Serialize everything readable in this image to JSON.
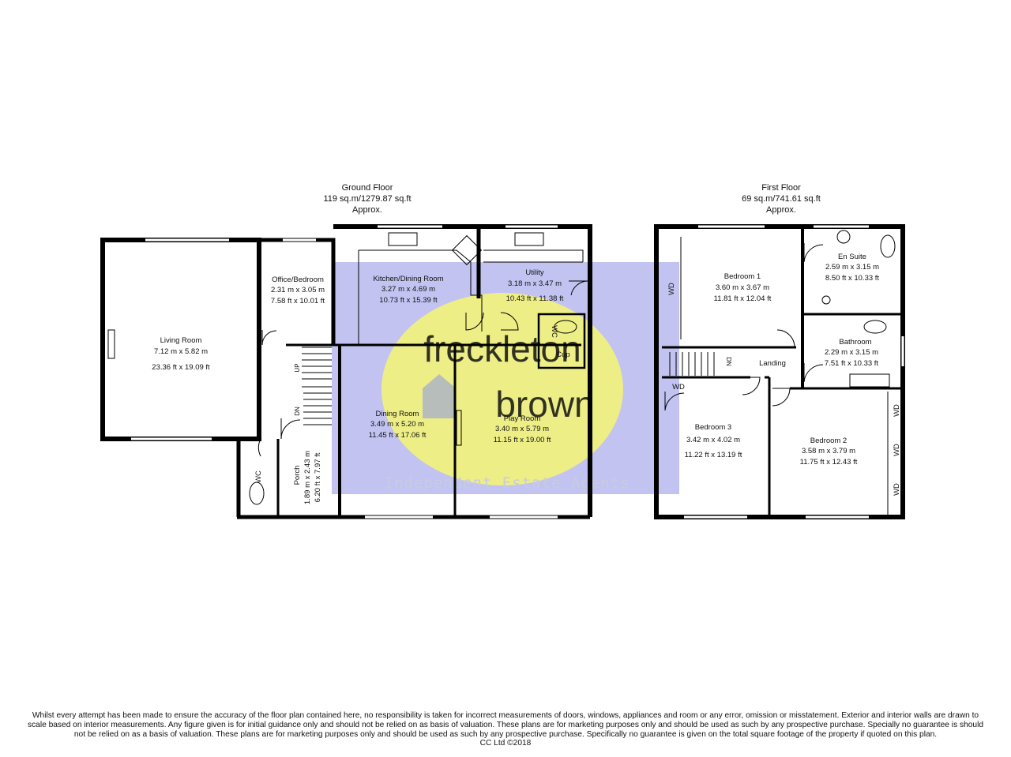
{
  "ground_floor": {
    "title": "Ground Floor",
    "area": "119 sq.m/1279.87 sq.ft",
    "approx": "Approx.",
    "rooms": {
      "living": {
        "name": "Living Room",
        "metric": "7.12 m x 5.82 m",
        "imperial": "23.36 ft x 19.09 ft"
      },
      "office": {
        "name": "Office/Bedroom",
        "metric": "2.31 m  x 3.05 m",
        "imperial": "7.58 ft  x 10.01 ft"
      },
      "kitchen": {
        "name": "Kitchen/Dining Room",
        "metric": "3.27 m  x 4.69 m",
        "imperial": "10.73 ft  x 15.39 ft"
      },
      "utility": {
        "name": "Utility",
        "metric": "3.18 m x 3.47 m",
        "imperial": "10.43 ft x 11.38 ft"
      },
      "dining": {
        "name": "Dining Room",
        "metric": "3.49 m  x 5.20 m",
        "imperial": "11.45 ft  x 17.06 ft"
      },
      "play": {
        "name": "Play Room",
        "metric": "3.40 m  x 5.79 m",
        "imperial": "11.15 ft  x 19.00 ft"
      },
      "porch": {
        "name": "Porch",
        "metric": "1.89 m  x 2.43 m",
        "imperial": "6.20 ft  x 7.97 ft"
      }
    },
    "labels": {
      "wc": "WC",
      "wc2": "WC",
      "cup": "Cup",
      "up": "UP",
      "dn": "DN"
    }
  },
  "first_floor": {
    "title": "First Floor",
    "area": "69 sq.m/741.61 sq.ft",
    "approx": "Approx.",
    "rooms": {
      "bed1": {
        "name": "Bedroom 1",
        "metric": "3.60 m  x 3.67 m",
        "imperial": "11.81 ft  x 12.04 ft"
      },
      "ensuite": {
        "name": "En Suite",
        "metric": "2.59 m  x 3.15 m",
        "imperial": "8.50 ft  x 10.33 ft"
      },
      "bathroom": {
        "name": "Bathroom",
        "metric": "2.29 m  x 3.15 m",
        "imperial": "7.51 ft  x 10.33 ft"
      },
      "bed3": {
        "name": "Bedroom 3",
        "metric": "3.42 m  x 4.02 m",
        "imperial": "11.22 ft x 13.19 ft"
      },
      "bed2": {
        "name": "Bedroom 2",
        "metric": "3.58 m  x 3.79 m",
        "imperial": "11.75 ft  x 12.43 ft"
      },
      "landing": {
        "name": "Landing"
      }
    },
    "labels": {
      "wd1": "WD",
      "wd2": "WD",
      "wd3": "WD",
      "wd4": "WD",
      "wd5": "WD",
      "dn": "DN"
    }
  },
  "watermark": {
    "line1": "freckleton",
    "line2": "brown",
    "tagline": "Independent Estate Agents",
    "band_color": "#8f91e6",
    "circle_color": "#f3f37a",
    "text_color": "#a9b0c8"
  },
  "disclaimer": {
    "line1": "Whilst every attempt has been made to ensure the accuracy of the floor plan contained here, no responsibility is taken for incorrect measurements of doors, windows, appliances and room or any error, omission or misstatement. Exterior and interior walls are drawn to",
    "line2": "scale based on interior measurements. Any figure given is for initial guidance only and should not be relied on as basis of valuation. These plans are for marketing purposes only and should be used as such by any prospective purchase. Specially no guarantee is should",
    "line3": "not be relied on as a basis of valuation. These plans are for marketing purposes only and should be used as such by any prospective purchase. Specifically no guarantee is given on the total square footage of the property if quoted on this plan.",
    "line4": "CC Ltd ©2018"
  }
}
